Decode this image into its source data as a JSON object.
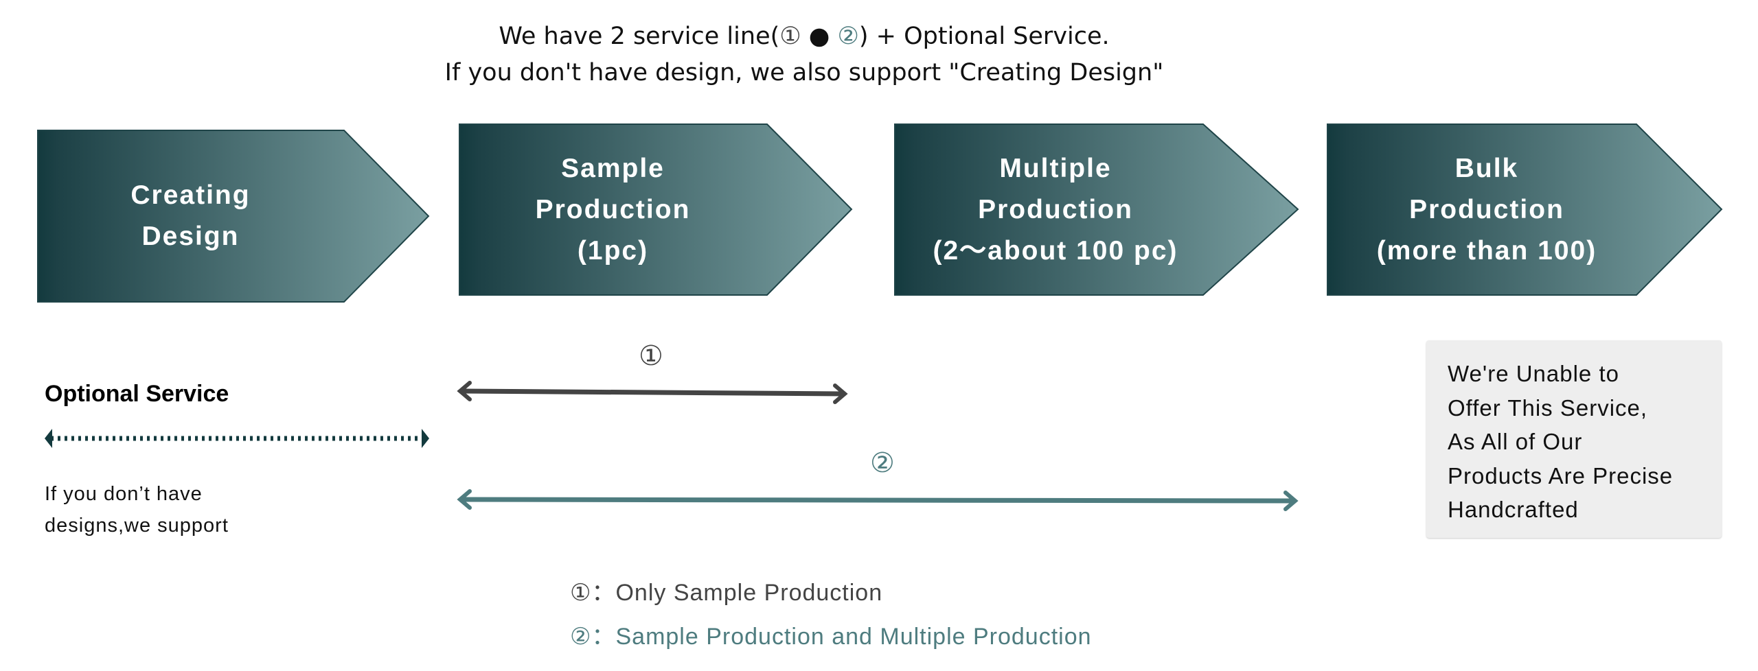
{
  "intro": {
    "line1_prefix": "We have 2 service line(",
    "marker1": "①",
    "separator": " ● ",
    "marker2": "②",
    "line1_suffix": ") + Optional Service.",
    "line2": "If you don't have design, we also support \"Creating Design\""
  },
  "steps": [
    {
      "lines": [
        "Creating",
        "Design"
      ]
    },
    {
      "lines": [
        "Sample",
        "Production",
        "(1pc)"
      ]
    },
    {
      "lines": [
        "Multiple",
        "Production",
        "(2～about 100 pc)"
      ]
    },
    {
      "lines": [
        "Bulk",
        "Production",
        "(more than 100)"
      ]
    }
  ],
  "optional": {
    "title": "Optional Service",
    "desc_line1": "If you don’t have",
    "desc_line2": "designs,we support"
  },
  "lines": {
    "line1_marker": "①",
    "line2_marker": "②"
  },
  "notice": {
    "lines": [
      "We're Unable to",
      "Offer This Service,",
      "As All of Our",
      "Products Are Precise",
      "Handcrafted"
    ]
  },
  "legend": [
    {
      "marker": "①",
      "text": "：Only Sample Production"
    },
    {
      "marker": "②",
      "text": "：Sample Production and Multiple Production"
    }
  ],
  "colors": {
    "dark": "#133a3e",
    "light": "#7a9fa1",
    "line1": "#444444",
    "line2": "#4e7c7f",
    "box": "#eeeeee"
  }
}
